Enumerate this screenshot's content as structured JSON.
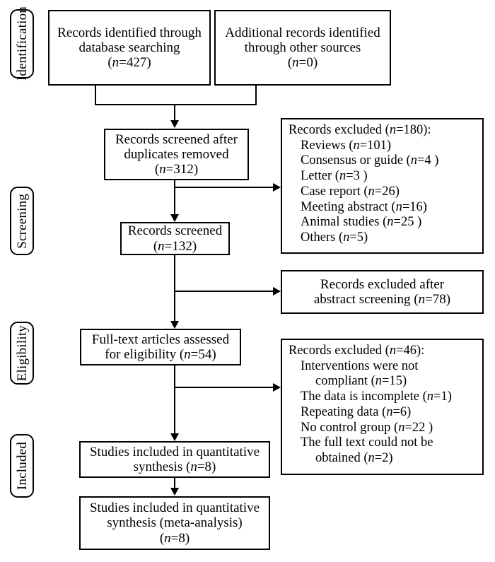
{
  "diagram": {
    "title": "PRISMA study selection flow diagram",
    "type": "prisma-flow",
    "colors": {
      "stroke": "#000000",
      "background": "#ffffff",
      "text": "#000000"
    }
  },
  "stages": [
    {
      "id": "identification",
      "label": "Identification"
    },
    {
      "id": "screening",
      "label": "Screening"
    },
    {
      "id": "eligibility",
      "label": "Eligibility"
    },
    {
      "id": "included",
      "label": "Included"
    }
  ],
  "boxes": {
    "database_records": {
      "line1": "Records identified through",
      "line2": "database searching",
      "count_open": "(",
      "count_n": "n",
      "count_value": "=427)"
    },
    "other_records": {
      "line1": "Additional records identified",
      "line2": "through other sources",
      "count_open": "(",
      "count_n": "n",
      "count_value": "=0)"
    },
    "duplicates_removed": {
      "line1": "Records screened after",
      "line2": "duplicates removed",
      "count_open": "(",
      "count_n": "n",
      "count_value": "=312)"
    },
    "records_screened": {
      "line1": "Records screened",
      "count_open": "(",
      "count_n": "n",
      "count_value": "=132)"
    },
    "fulltext_assessed": {
      "line1": "Full-text articles assessed",
      "line2_pre": "for eligibility (",
      "line2_n": "n",
      "line2_post": "=54)"
    },
    "studies_included": {
      "line1": "Studies included in quantitative",
      "line2_pre": "synthesis (",
      "line2_n": "n",
      "line2_post": "=8)"
    },
    "meta_analysis": {
      "line1": "Studies included in quantitative",
      "line2": "synthesis (meta-analysis)",
      "count_open": "(",
      "count_n": "n",
      "count_value": "=8)"
    },
    "excluded_screening": {
      "header_pre": "Records excluded (",
      "header_n": "n",
      "header_post": "=180):",
      "items": [
        {
          "text_pre": "Reviews (",
          "n": "n",
          "text_post": "=101)"
        },
        {
          "text_pre": "Consensus or guide (",
          "n": "n",
          "text_post": "=4 )"
        },
        {
          "text_pre": "Letter (",
          "n": "n",
          "text_post": "=3 )"
        },
        {
          "text_pre": "Case report (",
          "n": "n",
          "text_post": "=26)"
        },
        {
          "text_pre": "Meeting abstract (",
          "n": "n",
          "text_post": "=16)"
        },
        {
          "text_pre": "Animal studies (",
          "n": "n",
          "text_post": "=25 )"
        },
        {
          "text_pre": "Others (",
          "n": "n",
          "text_post": "=5)"
        }
      ]
    },
    "excluded_abstract": {
      "line1": "Records excluded after",
      "line2_pre": "abstract screening (",
      "line2_n": "n",
      "line2_post": "=78)"
    },
    "excluded_fulltext": {
      "header_pre": "Records excluded (",
      "header_n": "n",
      "header_post": "=46):",
      "items": [
        {
          "text_pre": "Interventions were not",
          "n": "",
          "text_post": ""
        },
        {
          "text_pre": "compliant (",
          "n": "n",
          "text_post": "=15)",
          "indent": 2
        },
        {
          "text_pre": "The data is incomplete (",
          "n": "n",
          "text_post": "=1)"
        },
        {
          "text_pre": "Repeating data (",
          "n": "n",
          "text_post": "=6)"
        },
        {
          "text_pre": "No control group (",
          "n": "n",
          "text_post": "=22 )"
        },
        {
          "text_pre": "The full text could not be",
          "n": "",
          "text_post": ""
        },
        {
          "text_pre": "obtained (",
          "n": "n",
          "text_post": "=2)",
          "indent": 2
        }
      ]
    }
  }
}
